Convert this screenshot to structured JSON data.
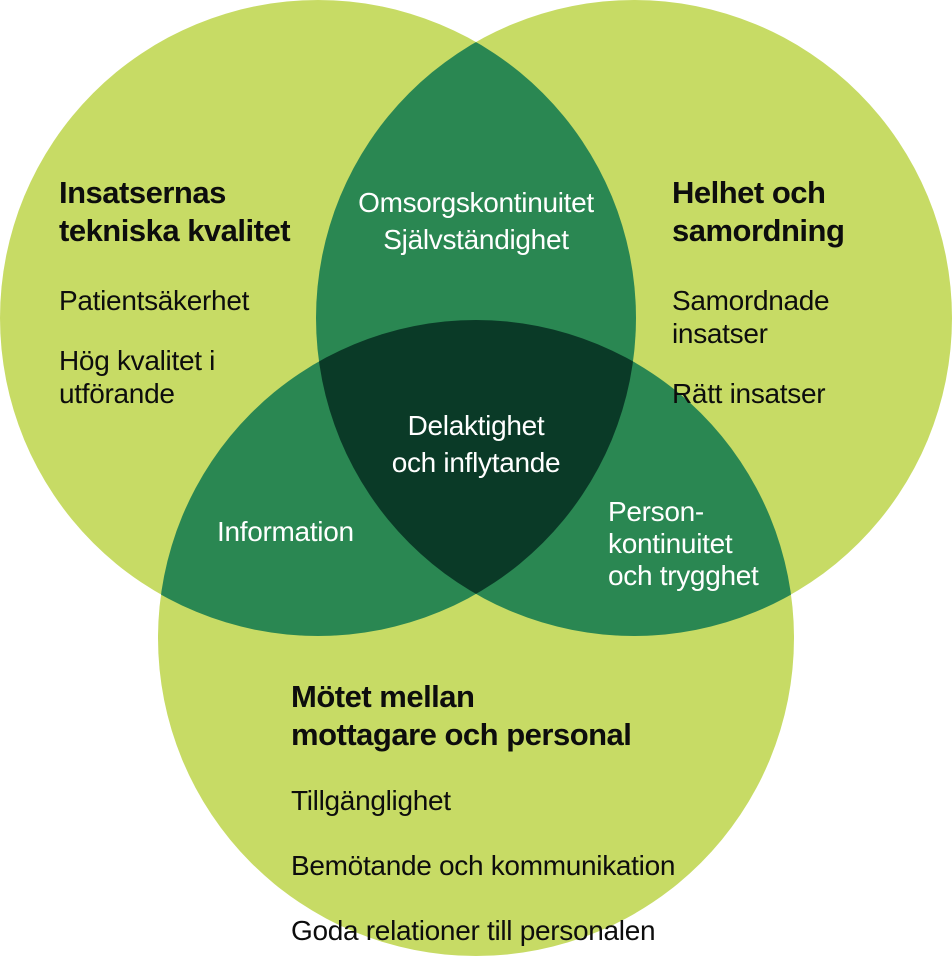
{
  "colors": {
    "circle_fill": "#c7db65",
    "overlap_fill": "#2a8752",
    "center_fill": "#0a3a27",
    "dark_text": "#0d0d0d",
    "light_text": "#ffffff",
    "background": "#ffffff"
  },
  "diagram": {
    "left_circle": {
      "title": "Insatsernas\ntekniska kvalitet",
      "items": [
        "Patientsäkerhet",
        "Hög kvalitet i\nutförande"
      ]
    },
    "right_circle": {
      "title": "Helhet och\nsamordning",
      "items": [
        "Samordnade\ninsatser",
        "Rätt insatser"
      ]
    },
    "bottom_circle": {
      "title": "Mötet mellan\nmottagare och personal",
      "items": [
        "Tillgänglighet",
        "Bemötande och kommunikation",
        "Goda relationer till personalen"
      ]
    },
    "overlap_top": {
      "label": "Omsorgskontinuitet\nSjälvständighet"
    },
    "overlap_left": {
      "label": "Information"
    },
    "overlap_right": {
      "label": "Person-\nkontinuitet\noch trygghet"
    },
    "center": {
      "label": "Delaktighet\noch inflytande"
    }
  }
}
